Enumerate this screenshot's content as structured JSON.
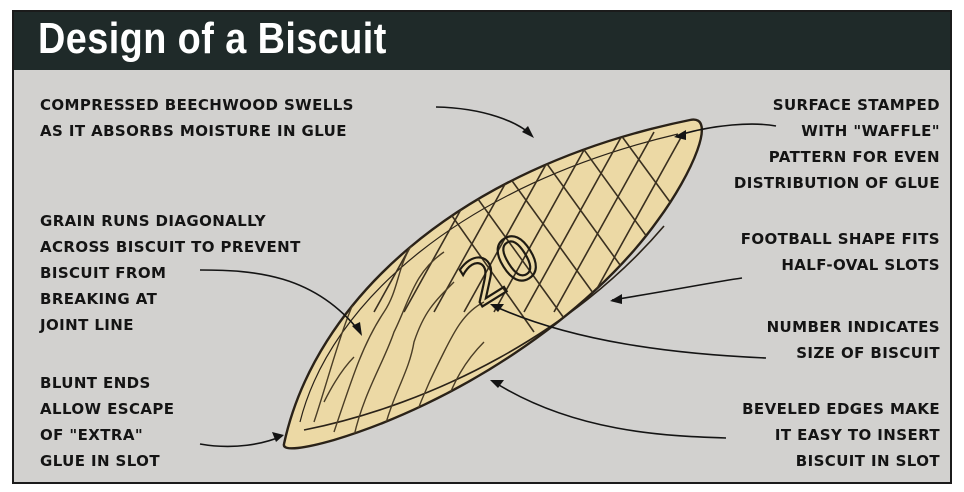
{
  "title": "Design of a Biscuit",
  "callouts": {
    "beechwood": "COMPRESSED BEECHWOOD SWELLS\nAS IT ABSORBS MOISTURE IN GLUE",
    "grain": "GRAIN RUNS DIAGONALLY\nACROSS BISCUIT TO PREVENT\nBISCUIT FROM\nBREAKING AT\nJOINT LINE",
    "ends": "BLUNT ENDS\nALLOW ESCAPE\nOF \"EXTRA\"\nGLUE IN SLOT",
    "surface": "SURFACE STAMPED\nWITH \"WAFFLE\"\nPATTERN FOR EVEN\nDISTRIBUTION OF GLUE",
    "shape": "FOOTBALL SHAPE FITS\nHALF-OVAL SLOTS",
    "number": "NUMBER INDICATES\nSIZE OF BISCUIT",
    "bevel": "BEVELED EDGES MAKE\nIT EASY TO INSERT\nBISCUIT IN SLOT"
  },
  "biscuit_number": "20",
  "colors": {
    "background": "#d2d1cf",
    "title_bar": "#1f2a29",
    "wood": "#ecd9a5",
    "ink": "#141414"
  }
}
